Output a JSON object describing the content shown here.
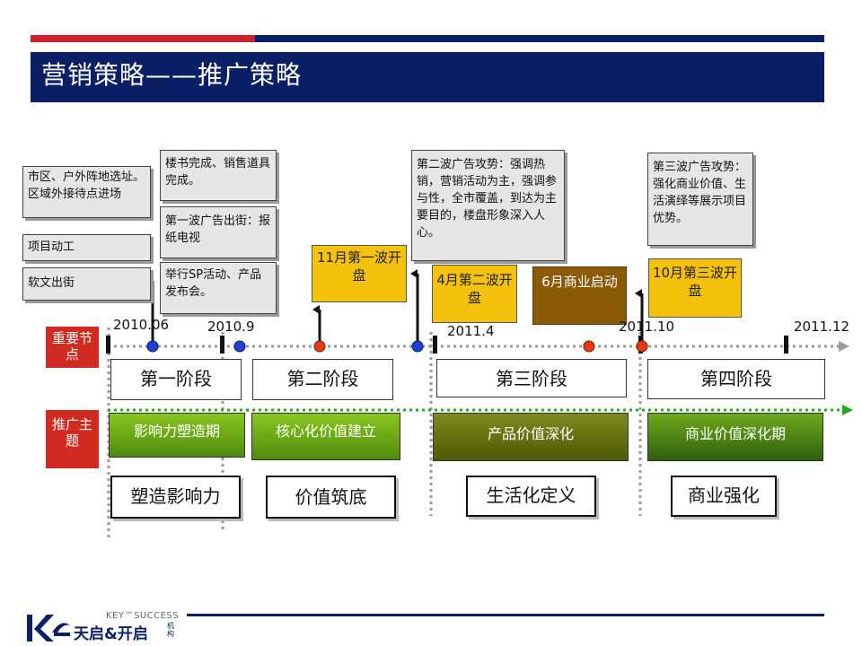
{
  "title": "营销策略——推广策略",
  "notes": {
    "n1": "市区、户外阵地选址。区域外接待点进场",
    "n2": "项目动工",
    "n3": "软文出街",
    "n4": "楼书完成、销售道具完成。",
    "n5": "第一波广告出街：报纸电视",
    "n6": "举行SP活动、产品发布会。",
    "n7": "第二波广告攻势：强调热销，营销活动为主，强调参与性，全市覆盖，到达为主要目的，楼盘形象深入人心。",
    "n8": "第三波广告攻势：强化商业价值、生活演绎等展示项目优势。"
  },
  "events": {
    "e1": "11月第一波开盘",
    "e2": "4月第二波开盘",
    "e3": "6月商业启动",
    "e4": "10月第三波开盘"
  },
  "dates": {
    "d1": "2010.06",
    "d2": "2010.9",
    "d3": "2011.4",
    "d4": "2011.10",
    "d5": "2011.12"
  },
  "side_labels": {
    "nodes": "重要节点",
    "theme": "推广主题"
  },
  "stages": [
    "第一阶段",
    "第二阶段",
    "第三阶段",
    "第四阶段"
  ],
  "themes": [
    "影响力塑造期",
    "核心化价值建立",
    "产品价值深化",
    "商业价值深化期"
  ],
  "summaries": [
    "塑造影响力",
    "价值筑底",
    "生活化定义",
    "商业强化"
  ],
  "footer": {
    "logo_tagline": "KEY™SUCCESS",
    "logo_name": "天启&开启",
    "logo_suffix": "机构"
  },
  "colors": {
    "navy": "#0b1f66",
    "red": "#d0202a",
    "gold": "#f4c20d",
    "brown": "#8a5a06",
    "timeline_grey": "#9a9a9a",
    "theme_line_green": "#22aa22",
    "node_blue": "#1f3fd6",
    "node_red": "#e63a12"
  }
}
